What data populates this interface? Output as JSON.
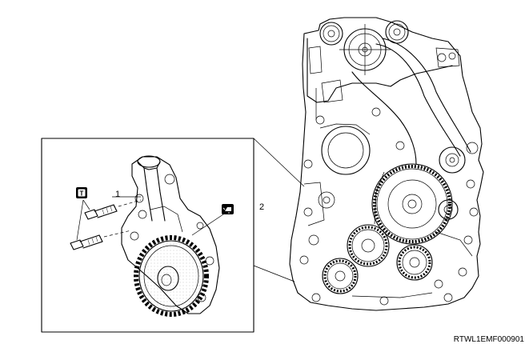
{
  "callouts": {
    "item1": "1",
    "item2": "2"
  },
  "symbols": {
    "torque": "T",
    "torque_icon": "torque-symbol-icon",
    "oil_icon": "oil-can-icon"
  },
  "figure_id": "RTWL1EMF000901"
}
